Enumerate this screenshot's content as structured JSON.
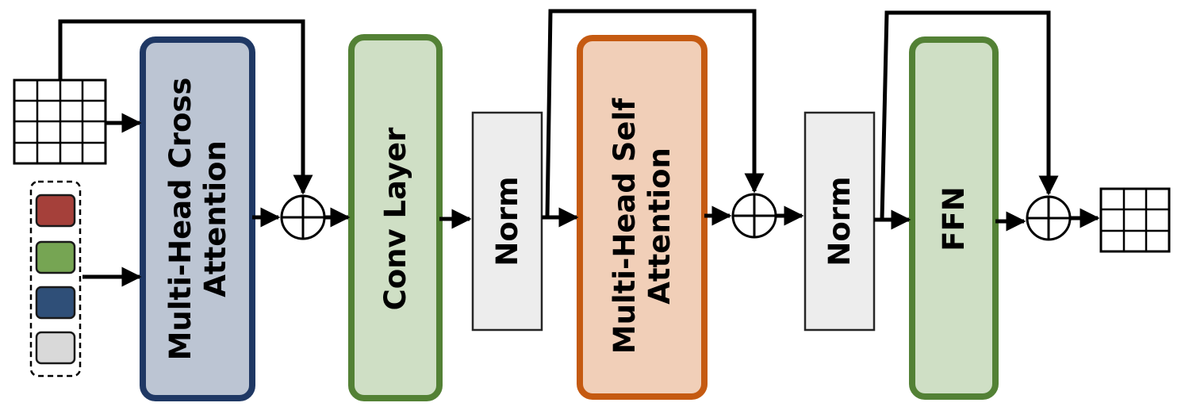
{
  "blocks": {
    "cross_attention": {
      "lines": [
        "Multi-Head Cross",
        "Attention"
      ],
      "fill": "#bcc5d3",
      "border": "#1f3864"
    },
    "conv_layer": {
      "lines": [
        "Conv Layer"
      ],
      "fill": "#cfdfc5",
      "border": "#538135"
    },
    "norm_1": {
      "lines": [
        "Norm"
      ],
      "fill": "#ededed",
      "border": "#262626"
    },
    "self_attention": {
      "lines": [
        "Multi-Head Self",
        "Attention"
      ],
      "fill": "#f1cfb8",
      "border": "#c55a11"
    },
    "norm_2": {
      "lines": [
        "Norm"
      ],
      "fill": "#ededed",
      "border": "#262626"
    },
    "ffn": {
      "lines": [
        "FFN"
      ],
      "fill": "#cfdfc5",
      "border": "#538135"
    }
  },
  "condition_swatches": [
    "#a5403a",
    "#76a553",
    "#2f4f78",
    "#d9d9d9"
  ],
  "colors": {
    "line": "#000000",
    "grid": "#000000"
  }
}
